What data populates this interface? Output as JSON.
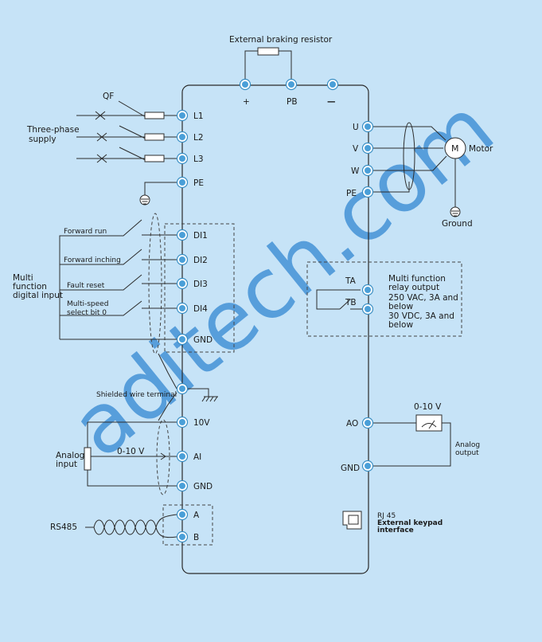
{
  "labels": {
    "braking_resistor": "External braking resistor",
    "plus": "+",
    "pb": "PB",
    "minus": "—",
    "qf": "QF",
    "three_phase": [
      "Three-phase",
      "supply"
    ],
    "l1": "L1",
    "l2": "L2",
    "l3": "L3",
    "pe_left": "PE",
    "u": "U",
    "v": "V",
    "w": "W",
    "pe_right": "PE",
    "motor_symbol": "M",
    "motor": "Motor",
    "ground": "Ground",
    "forward_run": "Forward run",
    "forward_inching": "Forward inching",
    "fault_reset": "Fault reset",
    "multi_speed": [
      "Multi-speed",
      "select bit 0"
    ],
    "multi_function_input": [
      "Multi",
      "function",
      "digital input"
    ],
    "di1": "DI1",
    "di2": "DI2",
    "di3": "DI3",
    "di4": "DI4",
    "gnd": "GND",
    "ta": "TA",
    "tb": "TB",
    "relay_text": [
      "Multi  function",
      "relay output",
      "250 VAC,  3A and",
      "below",
      "30  VDC, 3A  and",
      "below"
    ],
    "shielded": "Shielded wire terminal",
    "ten_v": "10V",
    "ai": "AI",
    "gnd2": "GND",
    "analog_input": [
      "Analog",
      "input"
    ],
    "zero_ten_left": "0-10 V",
    "ao": "AO",
    "gnd_right": "GND",
    "zero_ten_right": "0-10 V",
    "analog_output": [
      "Analog",
      "output"
    ],
    "a": "A",
    "b": "B",
    "rs485": "RS485",
    "rj45": [
      "RJ 45",
      "External keypad",
      "interface"
    ],
    "watermark": "aditech.com"
  },
  "colors": {
    "background": "#c6e3f7",
    "terminal": "#4a9fd8",
    "watermark": "#3f8fd6"
  }
}
